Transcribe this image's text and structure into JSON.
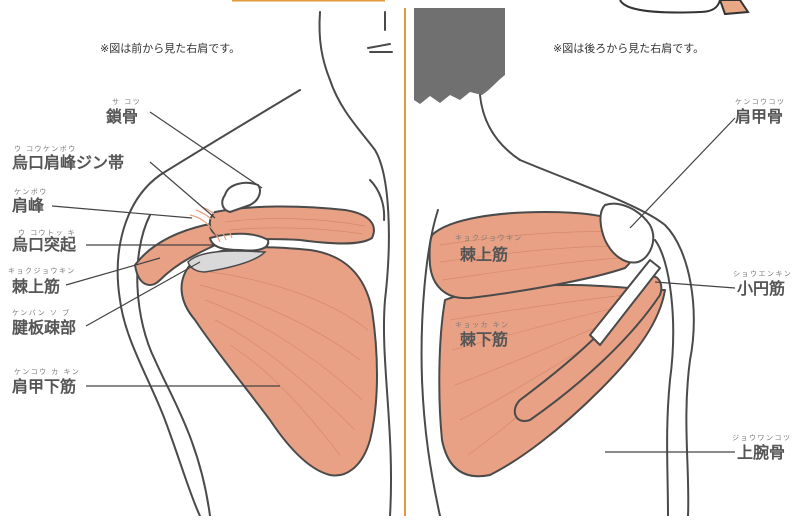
{
  "notes": {
    "front": "※図は前から見た右肩です。",
    "back": "※図は後ろから見た右肩です。"
  },
  "labels_front": [
    {
      "text": "鎖骨",
      "ruby": "サ コツ"
    },
    {
      "text": "烏口肩峰ジン帯",
      "ruby": "ウ コウケンボウ"
    },
    {
      "text": "肩峰",
      "ruby": "ケンボウ"
    },
    {
      "text": "烏口突起",
      "ruby": "ウ コウトッ キ"
    },
    {
      "text": "棘上筋",
      "ruby": "キョクジョウキン"
    },
    {
      "text": "腱板疎部",
      "ruby": "ケンバン ソ ブ"
    },
    {
      "text": "肩甲下筋",
      "ruby": "ケンコウ カ キン"
    }
  ],
  "labels_back": [
    {
      "text": "肩甲骨",
      "ruby": "ケンコウコツ"
    },
    {
      "text": "棘上筋",
      "ruby": "キョクジョウキン"
    },
    {
      "text": "小円筋",
      "ruby": "ショウエンキン"
    },
    {
      "text": "棘下筋",
      "ruby": "キョッカ キン"
    },
    {
      "text": "上腕骨",
      "ruby": "ジョウワンコツ"
    }
  ],
  "colors": {
    "muscle": "#e8a184",
    "divider": "#e29a3c",
    "hair": "#707070",
    "skin_hand": "#e8a885"
  }
}
